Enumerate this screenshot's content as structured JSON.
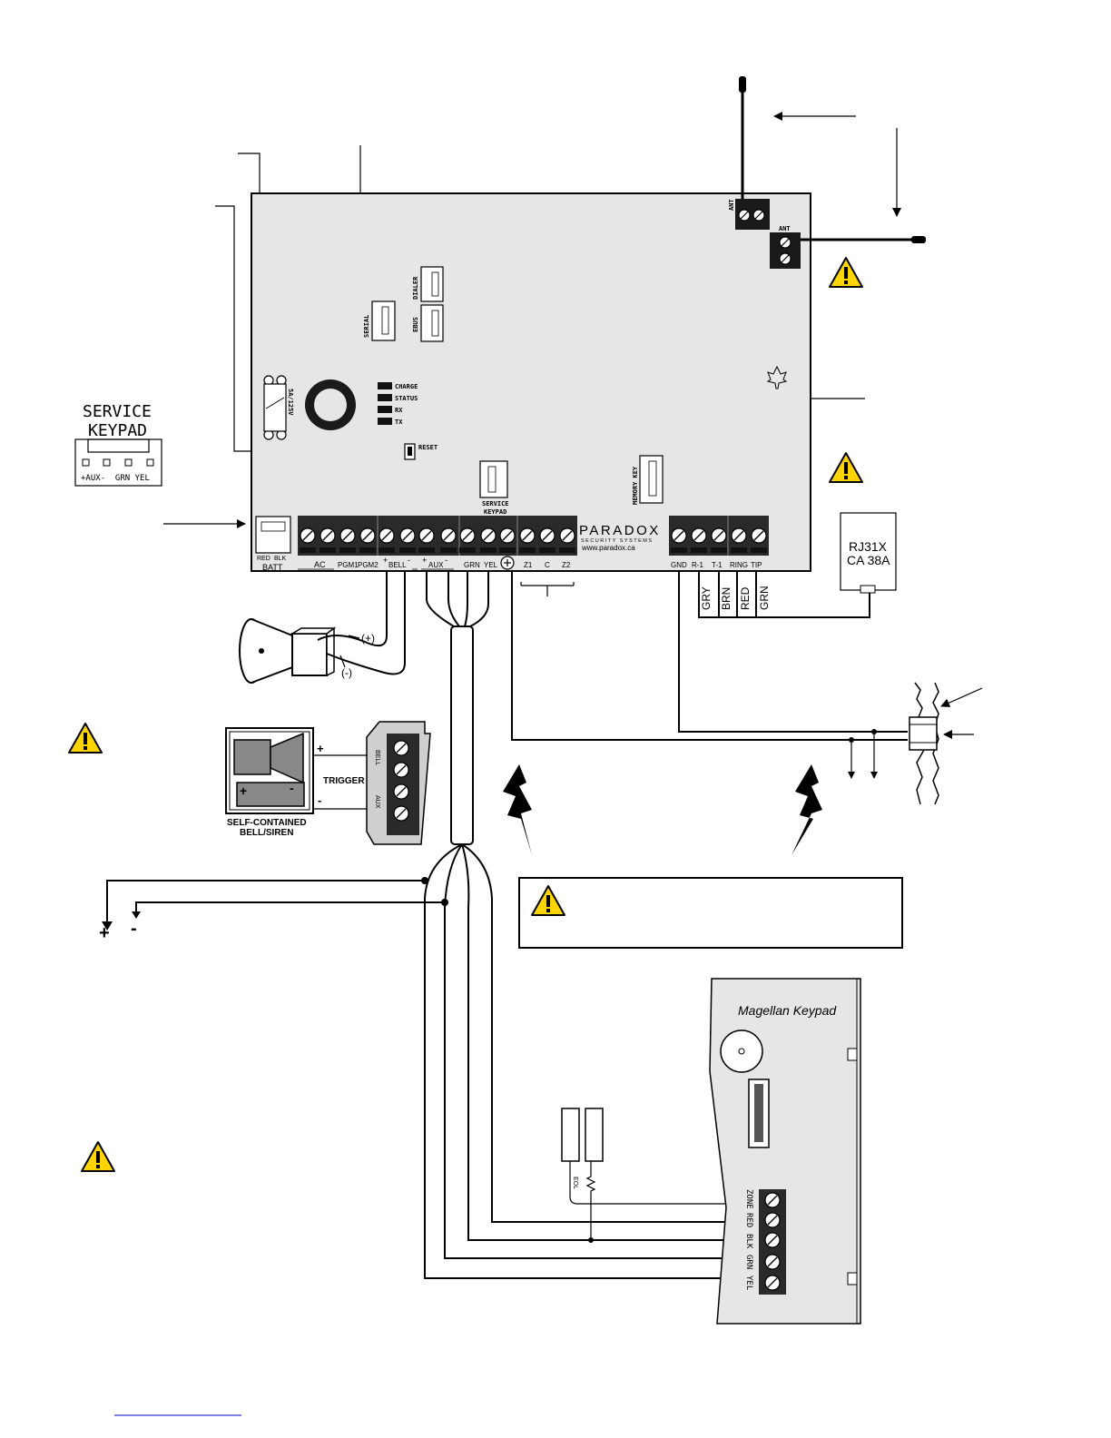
{
  "board": {
    "antenna_label": "ANT",
    "headers": {
      "dialer": "DIALER",
      "ebus": "EBUS",
      "serial": "SERIAL",
      "memory_key": "MEMORY KEY",
      "service_keypad": [
        "SERVICE",
        "KEYPAD"
      ]
    },
    "fuse": "5A/125V",
    "leds": [
      "CHARGE",
      "STATUS",
      "RX",
      "TX"
    ],
    "reset": "RESET",
    "brand": "PARADOX",
    "brand_sub": "SECURITY SYSTEMS",
    "url": "www.paradox.ca",
    "battery": {
      "red": "RED",
      "blk": "BLK",
      "label": "BATT"
    },
    "terminals": [
      "AC",
      "PGM1",
      "PGM2",
      "+",
      "BELL",
      "-",
      "+",
      "AUX",
      "-",
      "GRN",
      "YEL",
      "Z1",
      "C",
      "Z2",
      "GND",
      "R-1",
      "T-1",
      "RING",
      "TIP"
    ]
  },
  "service_keypad": {
    "title": [
      "SERVICE",
      "KEYPAD"
    ],
    "pins": "+AUX-  GRN YEL"
  },
  "siren": {
    "plus": "(+)",
    "minus": "(-)"
  },
  "bell_box": {
    "trigger": "TRIGGER",
    "caption": [
      "SELF-CONTAINED",
      "BELL/SIREN"
    ],
    "plus": "+",
    "minus": "-",
    "bell": "BELL",
    "aux": "AUX"
  },
  "phone": {
    "jack": [
      "RJ31X",
      "CA 38A"
    ],
    "wires": [
      "GRY",
      "BRN",
      "RED",
      "GRN"
    ]
  },
  "aux_out": {
    "plus": "+",
    "minus": "-"
  },
  "eol": "EOL",
  "keypad": {
    "title": "Magellan  Keypad",
    "terminals": [
      "ZONE",
      "RED",
      "BLK",
      "GRN",
      "YEL"
    ]
  }
}
